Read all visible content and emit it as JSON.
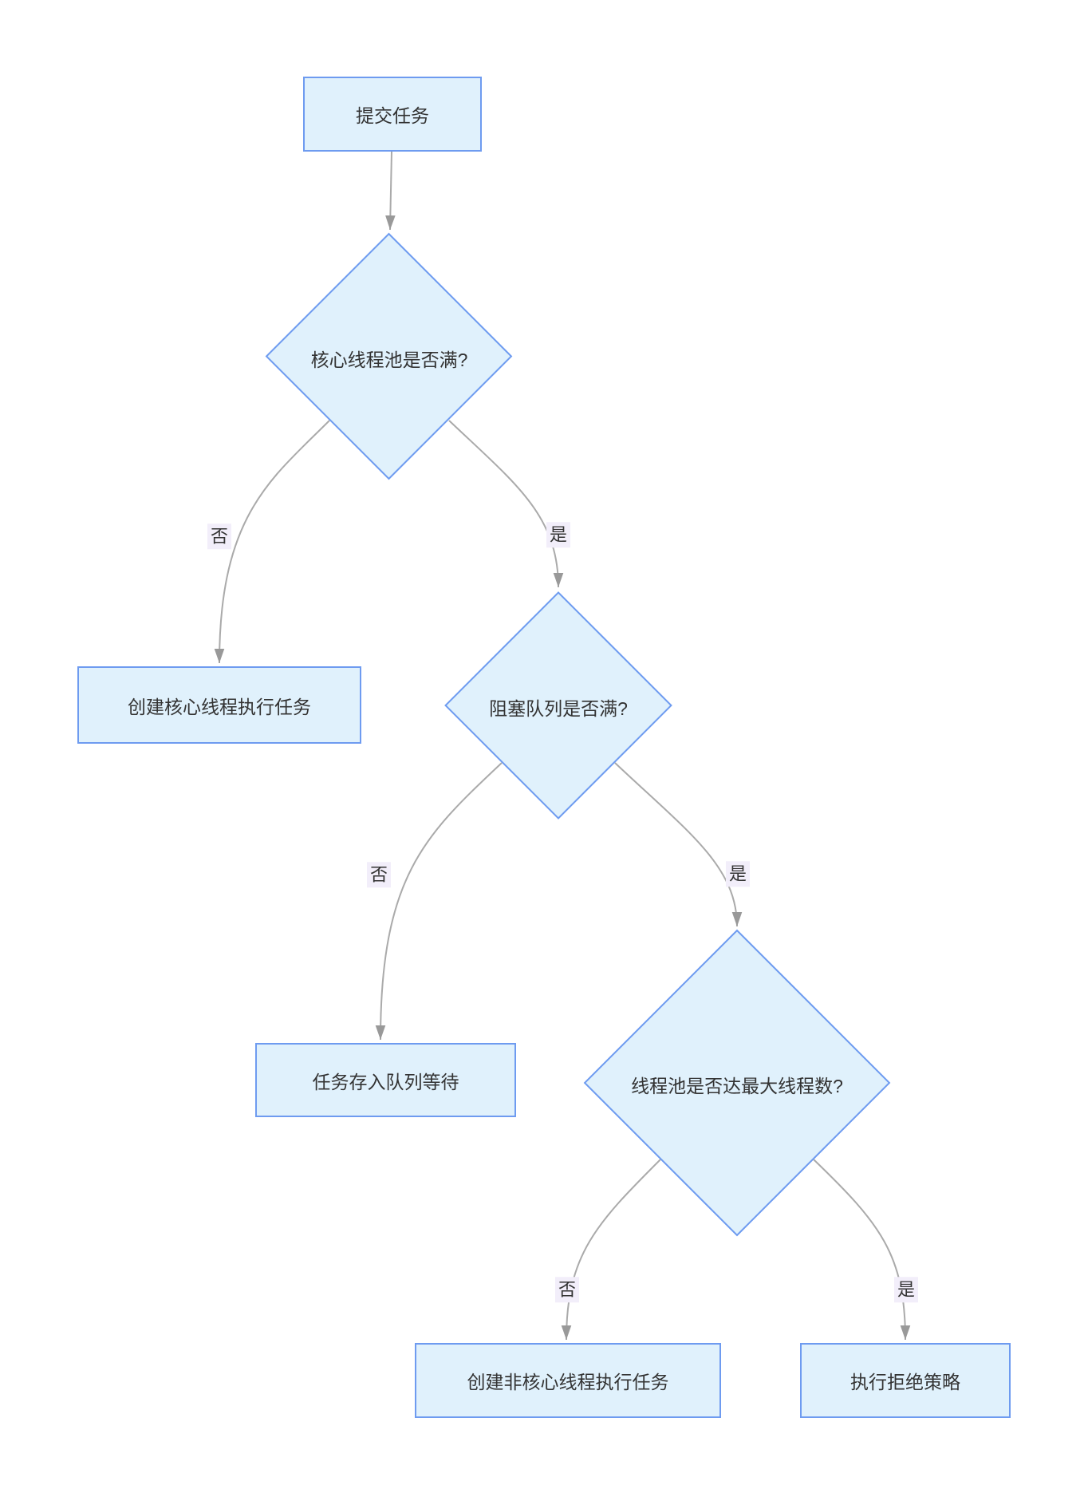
{
  "diagram": {
    "type": "flowchart",
    "direction": "top-down",
    "nodes": [
      {
        "id": "submit",
        "shape": "rect",
        "label": "提交任务"
      },
      {
        "id": "core_full",
        "shape": "diamond",
        "label": "核心线程池是否满?"
      },
      {
        "id": "create_core",
        "shape": "rect",
        "label": "创建核心线程执行任务"
      },
      {
        "id": "queue_full",
        "shape": "diamond",
        "label": "阻塞队列是否满?"
      },
      {
        "id": "enqueue",
        "shape": "rect",
        "label": "任务存入队列等待"
      },
      {
        "id": "max_threads",
        "shape": "diamond",
        "label": "线程池是否达最大线程数?"
      },
      {
        "id": "create_noncore",
        "shape": "rect",
        "label": "创建非核心线程执行任务"
      },
      {
        "id": "reject",
        "shape": "rect",
        "label": "执行拒绝策略"
      }
    ],
    "edges": [
      {
        "from": "submit",
        "to": "core_full",
        "label": ""
      },
      {
        "from": "core_full",
        "to": "create_core",
        "label": "否"
      },
      {
        "from": "core_full",
        "to": "queue_full",
        "label": "是"
      },
      {
        "from": "queue_full",
        "to": "enqueue",
        "label": "否"
      },
      {
        "from": "queue_full",
        "to": "max_threads",
        "label": "是"
      },
      {
        "from": "max_threads",
        "to": "create_noncore",
        "label": "否"
      },
      {
        "from": "max_threads",
        "to": "reject",
        "label": "是"
      }
    ],
    "colors": {
      "background": "#ffffff",
      "node_fill": "#e0f1fc",
      "node_border": "#6e9bf0",
      "edge_line": "#aaaaaa",
      "arrowhead": "#999999",
      "edge_label_bg": "#f2eefa",
      "text": "#333333"
    }
  }
}
